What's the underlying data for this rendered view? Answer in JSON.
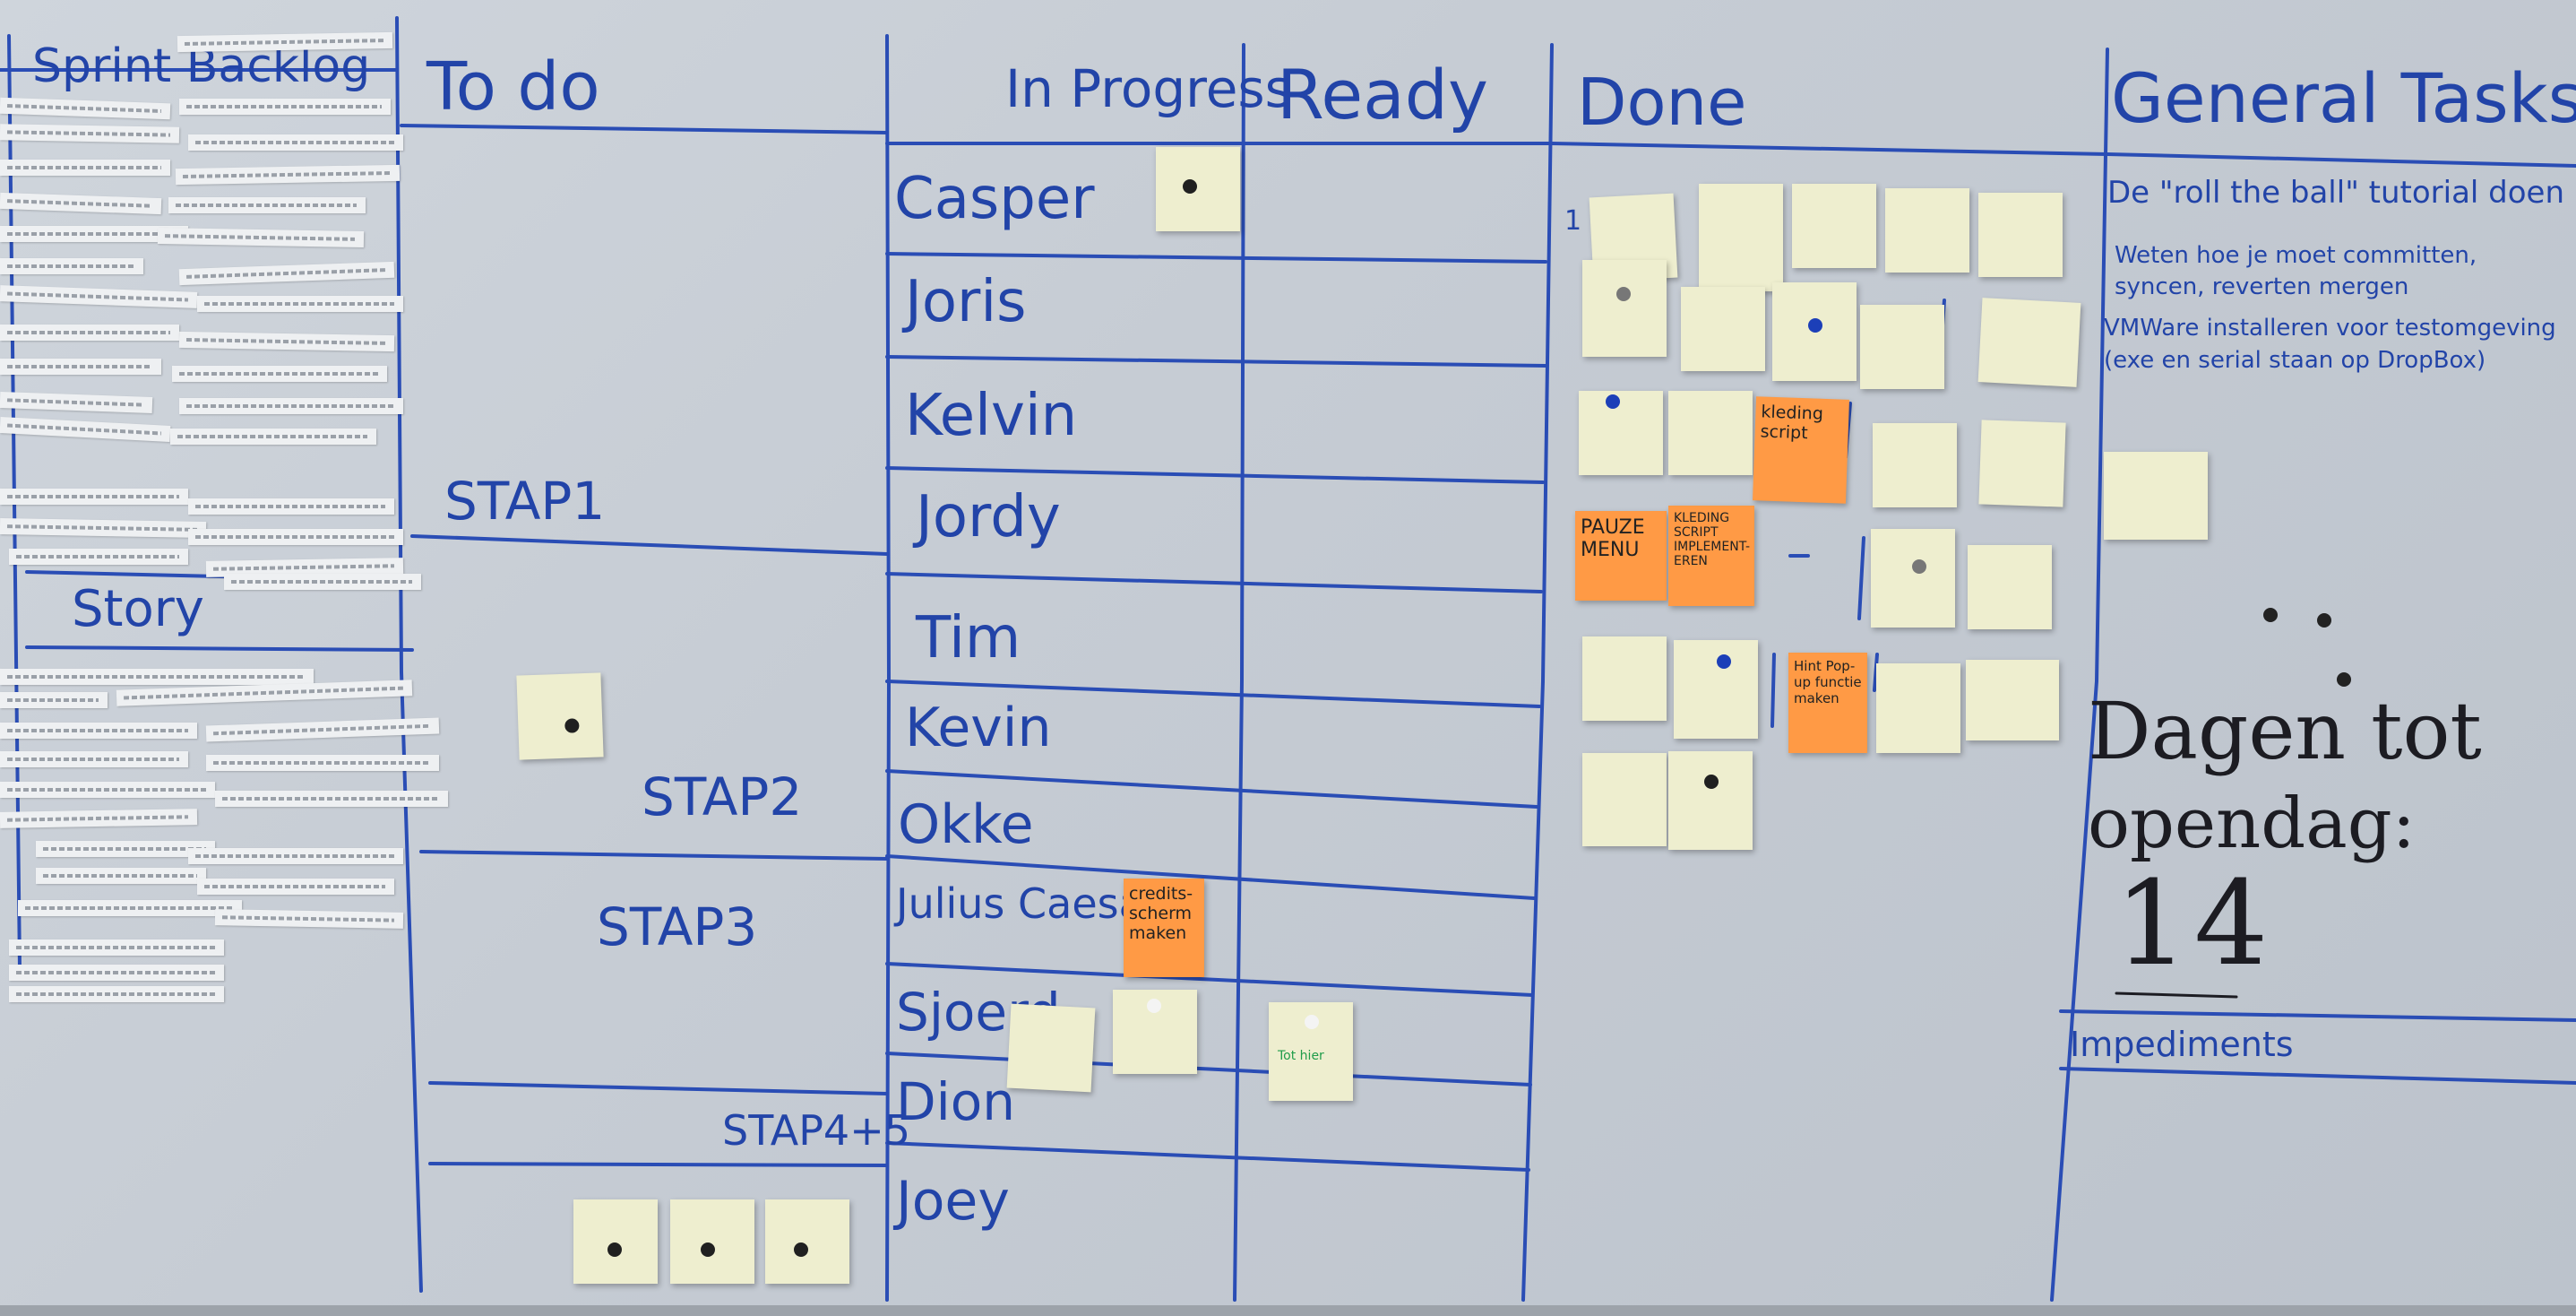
{
  "headers": {
    "sprint_backlog": "Sprint Backlog",
    "todo": "To do",
    "in_progress": "In Progress",
    "ready": "Ready",
    "done": "Done",
    "general_tasks": "General Tasks",
    "story": "Story",
    "impediments": "Impediments"
  },
  "steps": [
    "STAP1",
    "STAP2",
    "STAP3",
    "STAP4+5"
  ],
  "team": [
    "Casper",
    "Joris",
    "Kelvin",
    "Jordy",
    "Tim",
    "Kevin",
    "Okke",
    "Julius Caesar",
    "Sjoerd",
    "Dion",
    "Joey"
  ],
  "general_tasks": [
    "De \"roll the ball\" tutorial doen",
    "Weten hoe je moet committen, syncen, reverten mergen",
    "VMWare installeren voor testomgeving (exe en serial staan op DropBox)"
  ],
  "countdown": {
    "label_line1": "Dagen tot",
    "label_line2": "opendag:",
    "value": "14"
  },
  "orange_notes": {
    "credits": "credits-scherm maken",
    "pauze": "PAUZE MENU",
    "kleding": "kleding script",
    "kleding_impl": "KLEDING SCRIPT IMPLEMENT-EREN",
    "hint": "Hint Pop-up functie maken"
  },
  "done_marker": "1",
  "green_note": "Tot hier",
  "colors": {
    "marker_blue": "#2244a8",
    "sticky": "#eeeecf",
    "orange": "#ff9a45",
    "board": "#c9cfd6"
  }
}
